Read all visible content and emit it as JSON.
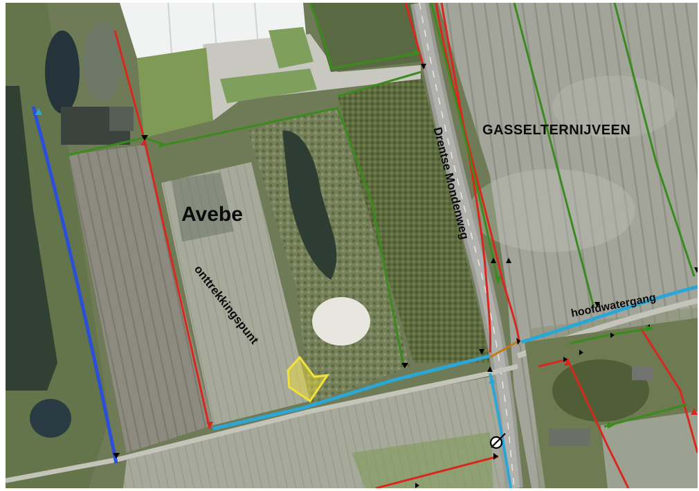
{
  "map": {
    "type": "aerial-photo-with-watercourse-overlay",
    "labels": {
      "town": "GASSELTERNIJVEEN",
      "company": "Avebe",
      "road": "Drentse Mondenweg",
      "intake": "onttrekkingspunt",
      "watercourse": "hoofdwatergang"
    },
    "legend_colors": {
      "red_watercourse": "#d8281e",
      "green_watercourse": "#3b8a1e",
      "cyan_main_watercourse": "#2aa7d6",
      "blue_canal": "#2b4fd6",
      "intake_marker": "#f3e23a",
      "flow_arrow": "#000000"
    },
    "icons": {
      "intake_marker": "yellow-arrow-marker-icon",
      "flow_direction": "flow-arrow-icon",
      "sluice": "circle-slash-icon"
    }
  }
}
